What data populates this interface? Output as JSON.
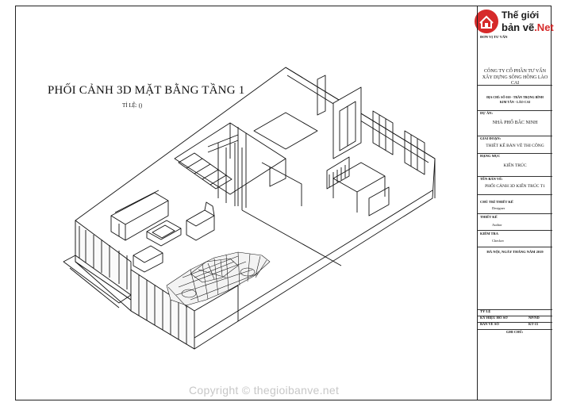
{
  "drawing": {
    "title": "PHỐI CẢNH 3D MẶT BẰNG TẦNG 1",
    "scale": "TỈ LỆ: ()"
  },
  "logo": {
    "line1": "Thế giới",
    "line2_main": "bản vẽ",
    "line2_suffix": ".Net"
  },
  "title_block": {
    "owner_label": "ĐƠN VỊ TƯ VẤN",
    "company_line1": "CÔNG TY CỔ PHẦN TƯ VẤN",
    "company_line2": "XÂY DỰNG SÔNG HỒNG LÀO CAI",
    "address_line1": "ĐỊA CHỈ: SỐ 010 - TRẦN TRỌNG BÌNH",
    "address_line2": "KIM TÂN - LÀO CAI",
    "project_label": "DỰ ÁN:",
    "project_value": "NHÀ PHỐ BẮC NINH",
    "stage_label": "GIAI ĐOẠN:",
    "stage_value": "THIẾT KẾ BẢN VẼ THI CÔNG",
    "category_label": "HẠNG MỤC",
    "category_value": "KIẾN TRÚC",
    "sheet_name_label": "TÊN BẢN VẼ:",
    "sheet_name_value": "PHỐI CẢNH 3D KIẾN TRÚC T1",
    "lead_label": "CHỦ TRÌ THIẾT KẾ",
    "designer_label": "THIẾT KẾ",
    "designer_value": "Author",
    "checker_label": "KIỂM TRA",
    "checker_value": "Checker",
    "lead_value": "Designer",
    "date_line": "HÀ NỘI, NGÀY     THÁNG     NĂM 2019",
    "scale_label": "TỶ LỆ",
    "symbol_label": "KÝ HIỆU HỒ SƠ",
    "symbol_value": "NP/ND",
    "sheet_no_label": "BẢN VẼ SỐ",
    "sheet_no_value": "KT-15",
    "notes_label": "GHI CHÚ:"
  },
  "watermark": "Copyright © thegioibanve.net"
}
